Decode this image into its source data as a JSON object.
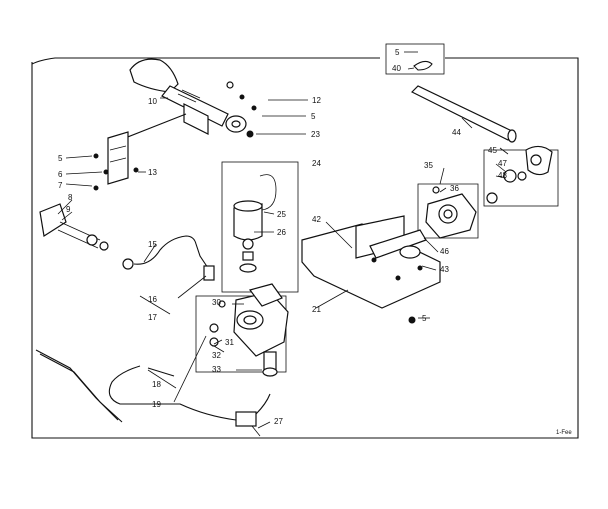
{
  "callouts": {
    "c5_top_box": "5",
    "c40": "40",
    "c12": "12",
    "c5_mid": "5",
    "c10": "10",
    "c23": "23",
    "c44": "44",
    "c45": "45",
    "c5_left": "5",
    "c6": "6",
    "c7": "7",
    "c13": "13",
    "c24": "24",
    "c35": "35",
    "c36": "36",
    "c47": "47",
    "c48": "48",
    "c8": "8",
    "c9": "9",
    "c25": "25",
    "c26": "26",
    "c42": "42",
    "c46": "46",
    "c15": "15",
    "c43": "43",
    "c16": "16",
    "c17": "17",
    "c30": "30",
    "c21": "21",
    "c5_right": "5",
    "c31": "31",
    "c32": "32",
    "c33": "33",
    "c18": "18",
    "c19": "19",
    "c27": "27"
  },
  "figure_code": "1-Fee"
}
